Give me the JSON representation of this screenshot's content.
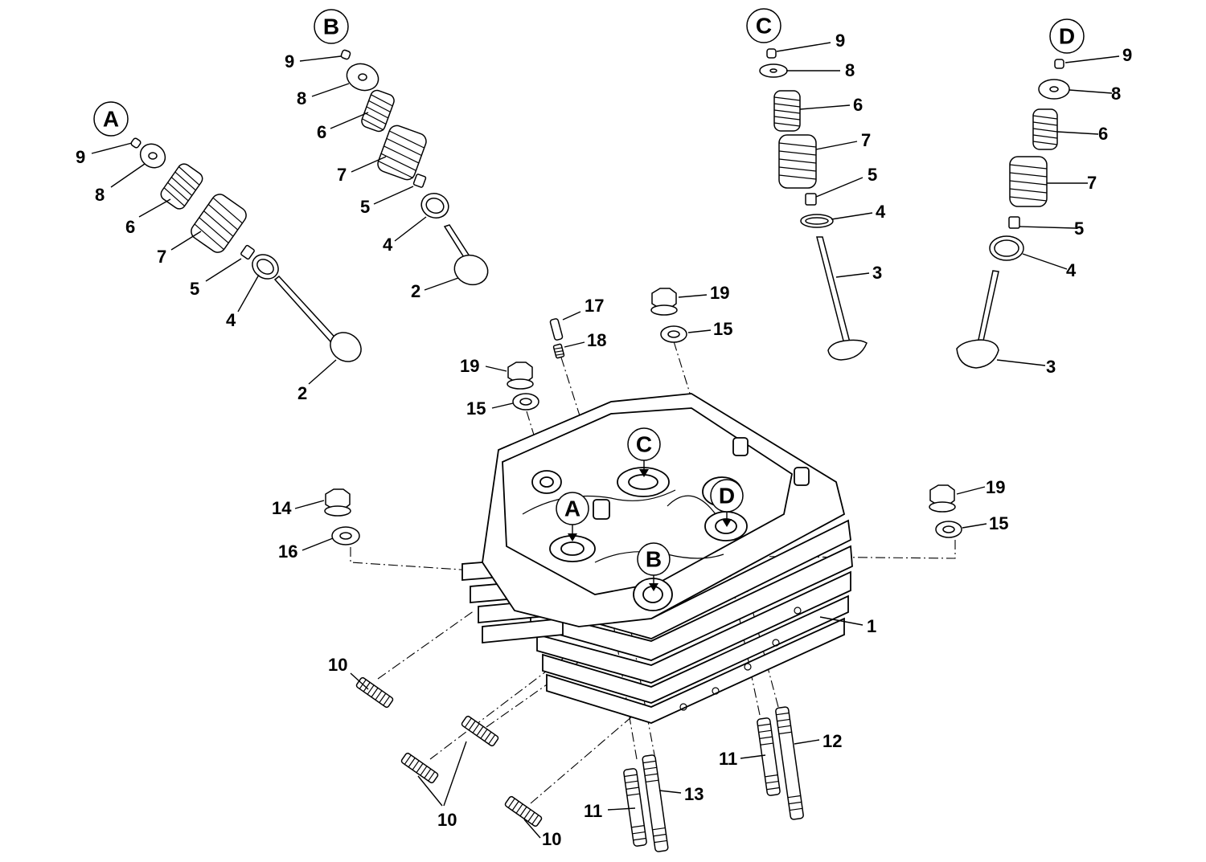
{
  "figure": {
    "callouts": [
      "A",
      "B",
      "C",
      "D"
    ],
    "part_numbers": [
      "1",
      "2",
      "3",
      "4",
      "5",
      "6",
      "7",
      "8",
      "9",
      "10",
      "11",
      "12",
      "13",
      "14",
      "15",
      "16",
      "17",
      "18",
      "19"
    ]
  }
}
